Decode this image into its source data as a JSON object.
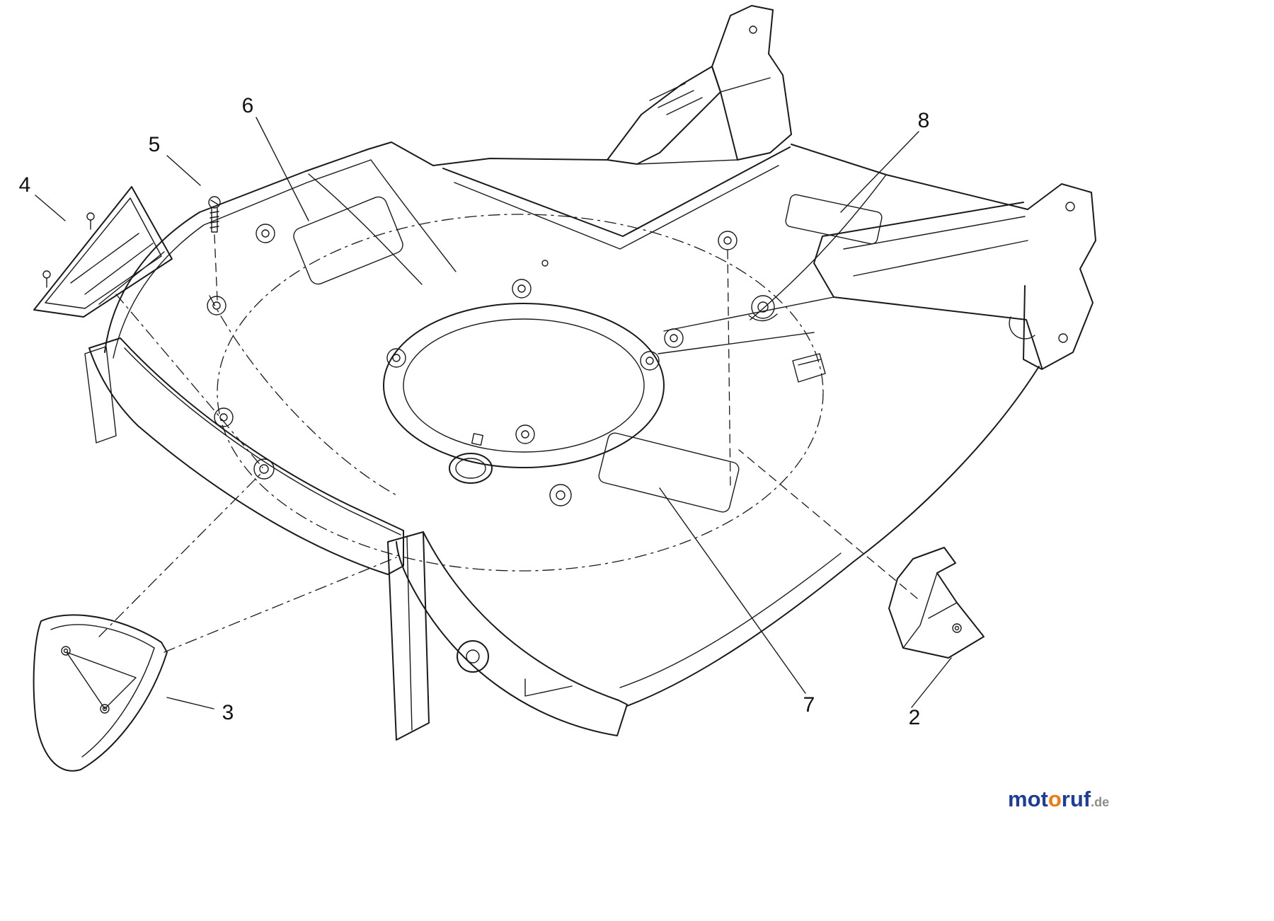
{
  "diagram_type": "exploded-parts-diagram",
  "subject": "lawn-mower-deck-housing",
  "callouts": [
    {
      "label": "2"
    },
    {
      "label": "3"
    },
    {
      "label": "4"
    },
    {
      "label": "5"
    },
    {
      "label": "6"
    },
    {
      "label": "7"
    },
    {
      "label": "8"
    }
  ],
  "logo": {
    "segments": [
      {
        "text": "mot",
        "color": "#1d3d99"
      },
      {
        "text": "o",
        "color": "#ef7b10"
      },
      {
        "text": "ruf",
        "color": "#1d3d99"
      },
      {
        "text": ".de",
        "color": "#8c8c8c"
      }
    ]
  },
  "colors": {
    "line": "#1a1a1a",
    "background": "#ffffff"
  }
}
